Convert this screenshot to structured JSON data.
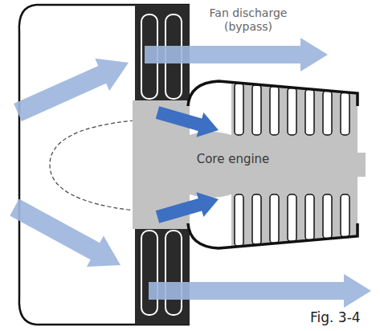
{
  "diagram": {
    "caption": "Fig. 3-4",
    "nodes": [
      {
        "text": [
          "Core engine"
        ]
      }
    ],
    "labels": [
      "Fan discharge (bypass)"
    ]
  }
}
